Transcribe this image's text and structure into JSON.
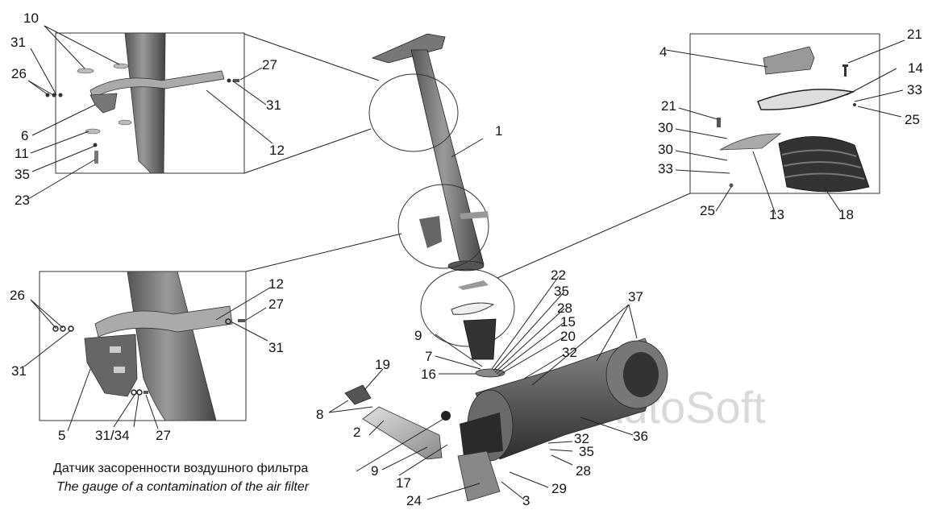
{
  "watermark": "AutoSoft",
  "caption": {
    "ru": "Датчик засоренности воздушного фильтра",
    "en": "The gauge of a contamination of  the air filter"
  },
  "labels": {
    "l1": "1",
    "l2": "2",
    "l3": "3",
    "l4": "4",
    "l5": "5",
    "l6": "6",
    "l7": "7",
    "l8": "8",
    "l9a": "9",
    "l9b": "9",
    "l10": "10",
    "l11": "11",
    "l12a": "12",
    "l12b": "12",
    "l13": "13",
    "l14": "14",
    "l15": "15",
    "l16": "16",
    "l17": "17",
    "l18": "18",
    "l19": "19",
    "l20": "20",
    "l21a": "21",
    "l21b": "21",
    "l22": "22",
    "l23": "23",
    "l24": "24",
    "l25a": "25",
    "l25b": "25",
    "l26a": "26",
    "l26b": "26",
    "l27a": "27",
    "l27b": "27",
    "l27c": "27",
    "l28a": "28",
    "l28b": "28",
    "l29": "29",
    "l30a": "30",
    "l30b": "30",
    "l31a": "31",
    "l31b": "31",
    "l31c": "31",
    "l31d": "31",
    "l3134": "31/34",
    "l32a": "32",
    "l32b": "32",
    "l33a": "33",
    "l33b": "33",
    "l35a": "35",
    "l35b": "35",
    "l35c": "35",
    "l36": "36",
    "l37": "37"
  },
  "colors": {
    "part_dark": "#3c3c3c",
    "part_mid": "#7a7a7a",
    "part_light": "#b8b8b8",
    "line": "#222222"
  }
}
